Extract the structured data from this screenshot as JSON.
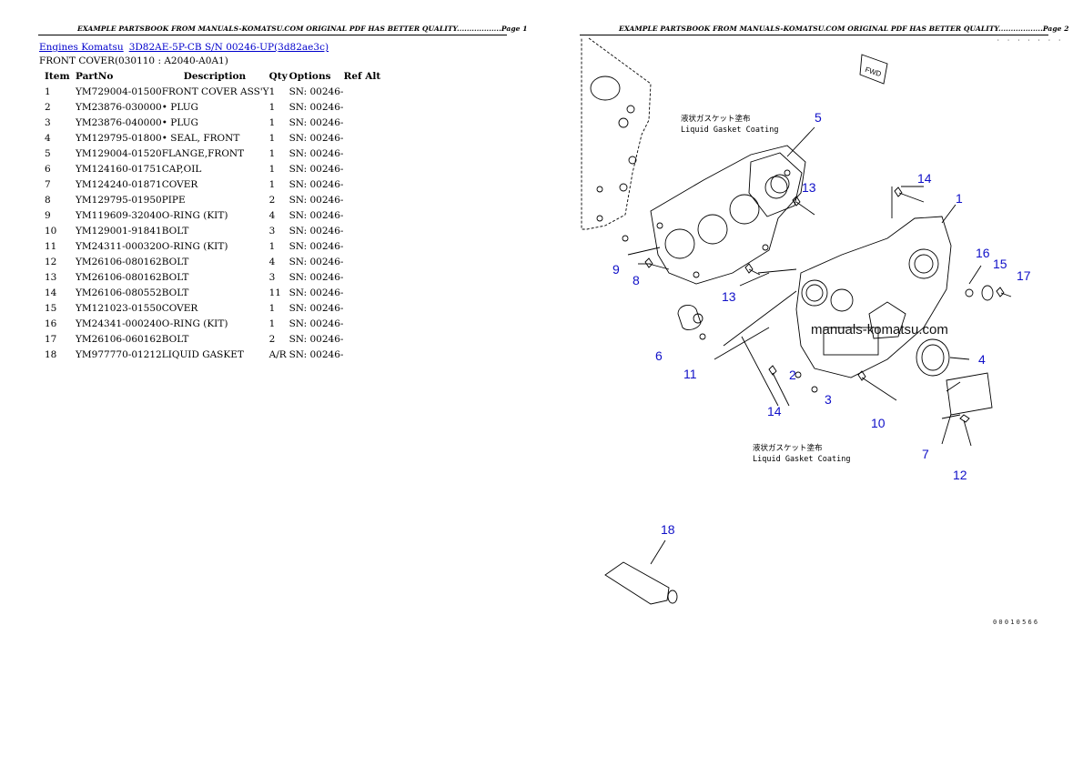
{
  "left_page": {
    "header": "EXAMPLE PARTSBOOK FROM MANUALS-KOMATSU.COM ORIGINAL PDF HAS BETTER QUALITY..................Page 1",
    "breadcrumb": [
      "Engines Komatsu",
      "3D82AE-5P-CB S/N 00246-UP(3d82ae3c)"
    ],
    "subtitle": "FRONT COVER(030110 : A2040-A0A1)",
    "columns": [
      "Item",
      "PartNo",
      "Description",
      "Qty",
      "Options",
      "Ref Alt"
    ],
    "rows": [
      [
        "1",
        "YM729004-01500",
        "FRONT COVER ASS'Y",
        "1",
        "SN: 00246-",
        ""
      ],
      [
        "2",
        "YM23876-030000",
        "• PLUG",
        "1",
        "SN: 00246-",
        ""
      ],
      [
        "3",
        "YM23876-040000",
        "• PLUG",
        "1",
        "SN: 00246-",
        ""
      ],
      [
        "4",
        "YM129795-01800",
        "• SEAL, FRONT",
        "1",
        "SN: 00246-",
        ""
      ],
      [
        "5",
        "YM129004-01520",
        "FLANGE,FRONT",
        "1",
        "SN: 00246-",
        ""
      ],
      [
        "6",
        "YM124160-01751",
        "CAP,OIL",
        "1",
        "SN: 00246-",
        ""
      ],
      [
        "7",
        "YM124240-01871",
        "COVER",
        "1",
        "SN: 00246-",
        ""
      ],
      [
        "8",
        "YM129795-01950",
        "PIPE",
        "2",
        "SN: 00246-",
        ""
      ],
      [
        "9",
        "YM119609-32040",
        "O-RING (KIT)",
        "4",
        "SN: 00246-",
        ""
      ],
      [
        "10",
        "YM129001-91841",
        "BOLT",
        "3",
        "SN: 00246-",
        ""
      ],
      [
        "11",
        "YM24311-000320",
        "O-RING (KIT)",
        "1",
        "SN: 00246-",
        ""
      ],
      [
        "12",
        "YM26106-080162",
        "BOLT",
        "4",
        "SN: 00246-",
        ""
      ],
      [
        "13",
        "YM26106-080162",
        "BOLT",
        "3",
        "SN: 00246-",
        ""
      ],
      [
        "14",
        "YM26106-080552",
        "BOLT",
        "11",
        "SN: 00246-",
        ""
      ],
      [
        "15",
        "YM121023-01550",
        "COVER",
        "1",
        "SN: 00246-",
        ""
      ],
      [
        "16",
        "YM24341-000240",
        "O-RING (KIT)",
        "1",
        "SN: 00246-",
        ""
      ],
      [
        "17",
        "YM26106-060162",
        "BOLT",
        "2",
        "SN: 00246-",
        ""
      ],
      [
        "18",
        "YM977770-01212",
        "LIQUID GASKET",
        "A/R",
        "SN: 00246-",
        ""
      ]
    ]
  },
  "right_page": {
    "header": "EXAMPLE PARTSBOOK FROM MANUALS-KOMATSU.COM ORIGINAL PDF HAS BETTER QUALITY..................Page 2",
    "dots": "· · · · · · ·",
    "watermark": "manuals-komatsu.com",
    "direction_label": "FWD",
    "gasket_note_jp": "液状ガスケット塗布",
    "gasket_note_en": "Liquid Gasket Coating",
    "diagram_id": "00010566",
    "callouts": [
      "1",
      "2",
      "3",
      "4",
      "5",
      "6",
      "7",
      "8",
      "9",
      "10",
      "11",
      "12",
      "13",
      "13",
      "14",
      "14",
      "15",
      "16",
      "17",
      "18"
    ],
    "callout_color": "#1010c8"
  }
}
